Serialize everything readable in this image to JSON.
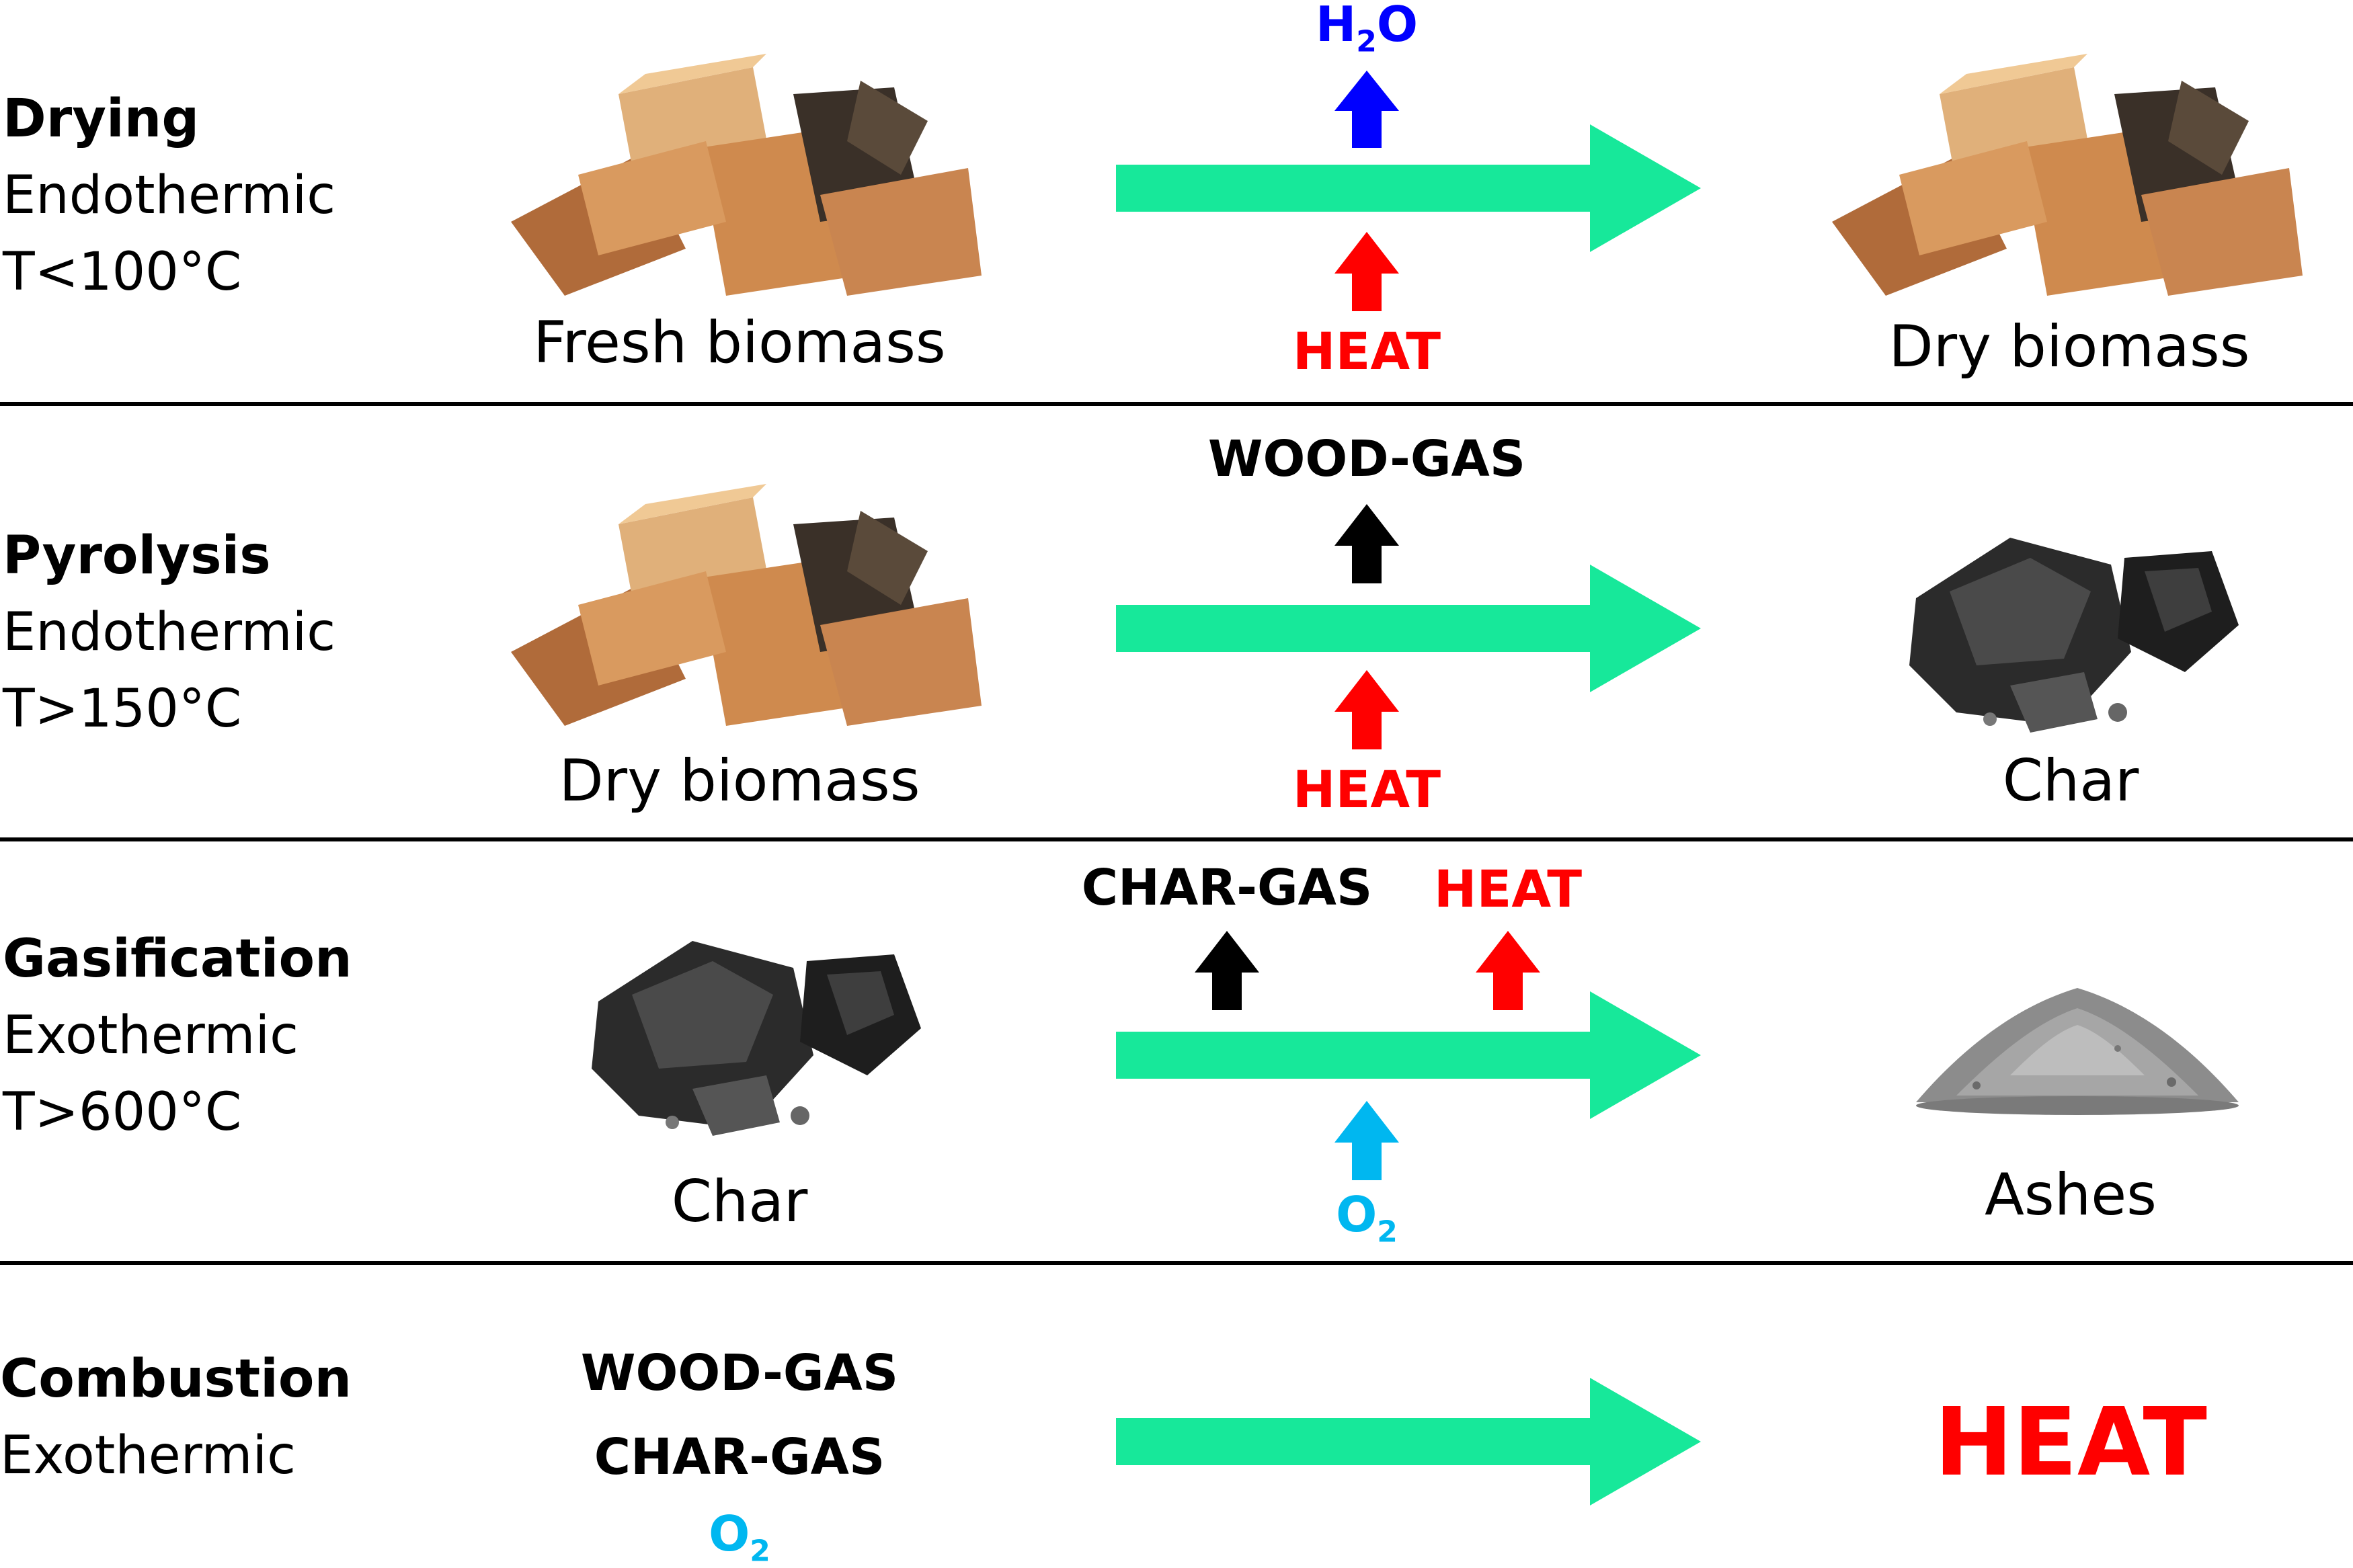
{
  "colors": {
    "process_arrow": "#17E89A",
    "heat": "#FF0000",
    "water": "#0000FF",
    "oxygen": "#00B7F0",
    "gas": "#000000"
  },
  "rows": [
    {
      "name": "Drying",
      "type": "Endothermic",
      "temp": "T<100°C",
      "input_caption": "Fresh biomass",
      "output_caption": "Dry biomass",
      "above": "H2O",
      "below": "HEAT"
    },
    {
      "name": "Pyrolysis",
      "type": "Endothermic",
      "temp": "T>150°C",
      "input_caption": "Dry biomass",
      "output_caption": "Char",
      "above": "WOOD-GAS",
      "below": "HEAT"
    },
    {
      "name": "Gasification",
      "type": "Exothermic",
      "temp": "T>600°C",
      "input_caption": "Char",
      "output_caption": "Ashes",
      "above_left": "CHAR-GAS",
      "above_right": "HEAT",
      "below": "O2"
    },
    {
      "name": "Combustion",
      "type": "Exothermic",
      "inputs": [
        "WOOD-GAS",
        "CHAR-GAS",
        "O2"
      ],
      "output": "HEAT"
    }
  ],
  "icons": {
    "wood": "wood-logs-icon",
    "char": "charcoal-icon",
    "ash": "ash-pile-icon",
    "arrow": "process-arrow-icon"
  }
}
